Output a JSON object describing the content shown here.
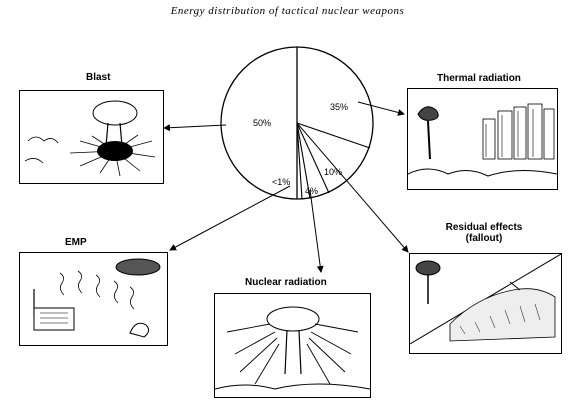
{
  "title": "Energy distribution of tactical nuclear weapons",
  "chart_data": {
    "type": "pie",
    "labels": [
      "Blast",
      "Thermal radiation",
      "Residual effects (fallout)",
      "Nuclear radiation",
      "EMP"
    ],
    "values": [
      50,
      35,
      10,
      4,
      1
    ],
    "value_labels": [
      "50%",
      "35%",
      "10%",
      "4%",
      "<1%"
    ]
  },
  "panels": {
    "blast": "Blast",
    "thermal": "Thermal radiation",
    "residual_line1": "Residual effects",
    "residual_line2": "(fallout)",
    "nuclear": "Nuclear radiation",
    "emp": "EMP"
  },
  "icons": [
    "mushroom-cloud-icon",
    "burning-city-icon",
    "fallout-cloud-icon",
    "radiation-rays-icon",
    "radio-tower-icon"
  ]
}
